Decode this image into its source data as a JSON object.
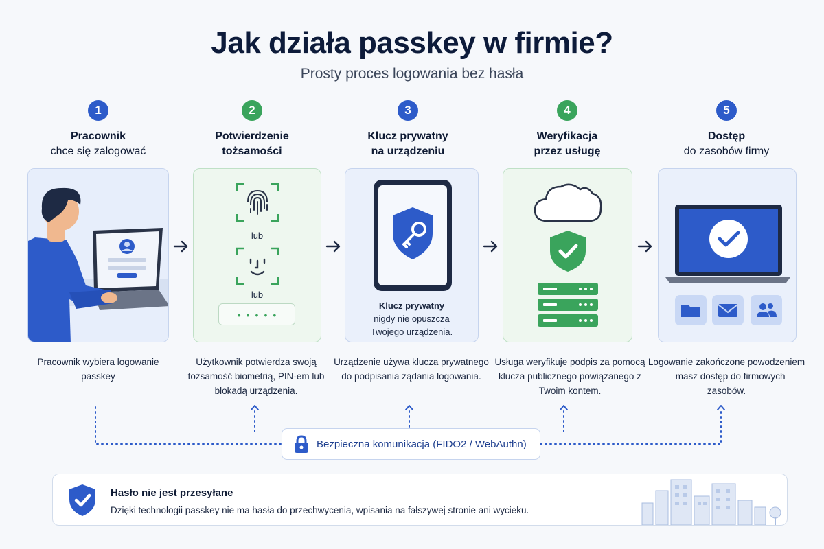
{
  "title": "Jak działa passkey w firmie?",
  "subtitle": "Prosty proces logowania bez hasła",
  "steps": [
    {
      "num": "1",
      "head_bold": "Pracownik",
      "head_rest": "chce się zalogować",
      "desc": "Pracownik wybiera logowanie passkey"
    },
    {
      "num": "2",
      "head_bold": "Potwierdzenie",
      "head_rest": "tożsamości",
      "desc": "Użytkownik potwierdza swoją tożsamość biometrią, PIN-em lub blokadą urządzenia."
    },
    {
      "num": "3",
      "head_bold": "Klucz prywatny",
      "head_rest": "na urządzeniu",
      "desc": "Urządzenie używa klucza prywatnego do podpisania żądania logowania."
    },
    {
      "num": "4",
      "head_bold": "Weryfikacja",
      "head_rest": "przez usługę",
      "desc": "Usługa weryfikuje podpis za pomocą klucza publicznego powiązanego z Twoim kontem."
    },
    {
      "num": "5",
      "head_bold": "Dostęp",
      "head_rest": "do zasobów firmy",
      "desc": "Logowanie zakończone powodzeniem – masz dostęp do firmowych zasobów."
    }
  ],
  "card2": {
    "or_1": "lub",
    "or_2": "lub",
    "pin_dots": "•••••"
  },
  "card3": {
    "note_bold": "Klucz prywatny",
    "note_line2": "nigdy nie opuszcza",
    "note_line3": "Twojego urządzenia."
  },
  "communication": {
    "label": "Bezpieczna komunikacja (FIDO2 / WebAuthn)",
    "icon": "lock-icon"
  },
  "footer": {
    "title": "Hasło nie jest przesyłane",
    "text": "Dzięki technologii passkey nie ma hasła do przechwycenia, wpisania na fałszywej stronie ani wycieku.",
    "icon": "shield-check-icon"
  },
  "colors": {
    "blue": "#2d5bc9",
    "green": "#3aa45c",
    "navy": "#0d1b3a"
  }
}
